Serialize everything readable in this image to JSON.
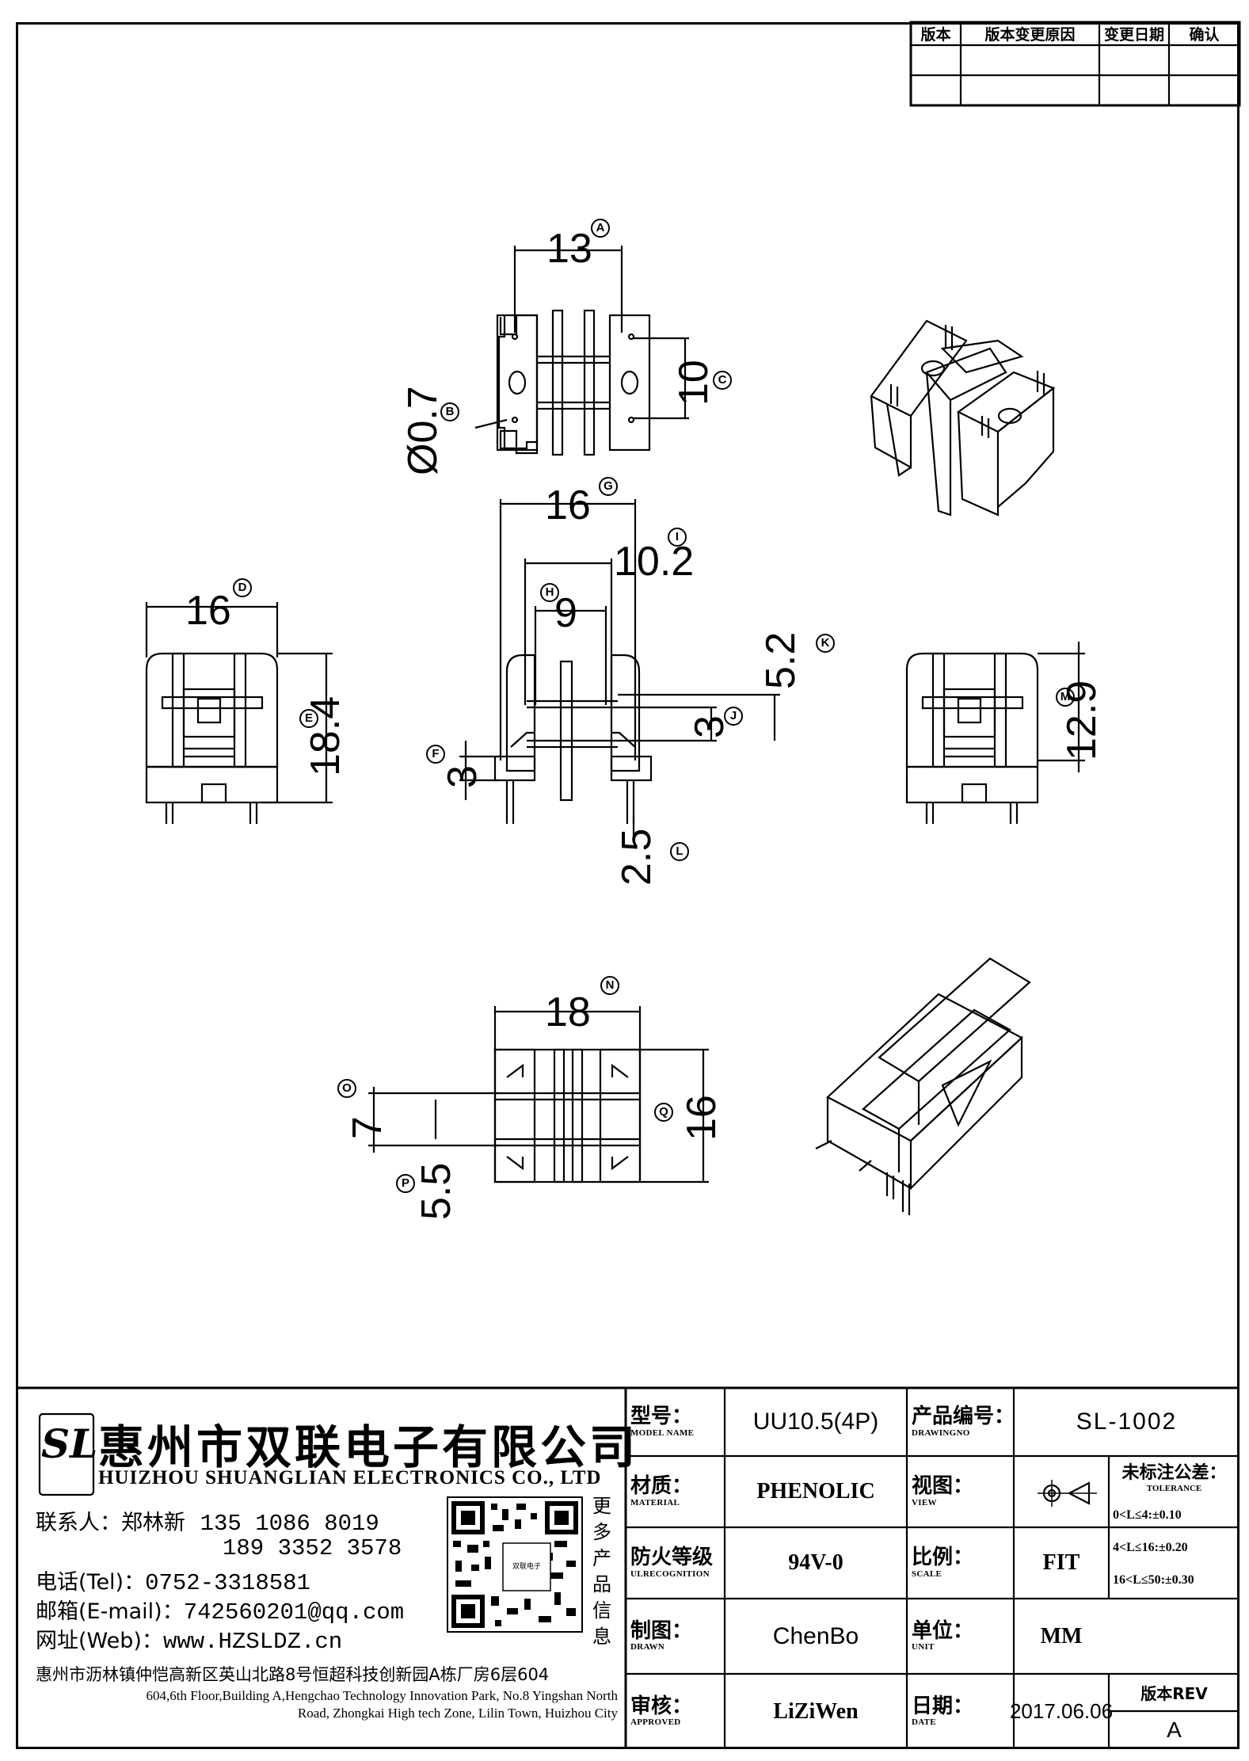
{
  "revision_table": {
    "headers": [
      "版本",
      "版本变更原因",
      "变更日期",
      "确认"
    ]
  },
  "dimensions": {
    "top_width": "13",
    "top_width_marker": "A",
    "hole_dia": "Ø0.7",
    "hole_dia_marker": "B",
    "top_height": "10",
    "top_height_marker": "C",
    "front_width": "16",
    "front_width_marker": "G",
    "inner_width": "10.2",
    "inner_width_marker": "I",
    "core_width": "9",
    "core_width_marker": "H",
    "flange_height": "5.2",
    "flange_height_marker": "K",
    "core_height": "3",
    "core_height_marker": "J",
    "base_height": "3",
    "base_height_marker": "F",
    "pin_length": "2.5",
    "pin_length_marker": "L",
    "left_width": "16",
    "left_width_marker": "D",
    "left_height": "18.4",
    "left_height_marker": "E",
    "right_height": "12.9",
    "right_height_marker": "M",
    "bottom_width": "18",
    "bottom_width_marker": "N",
    "bottom_slot": "7",
    "bottom_slot_marker": "O",
    "bottom_inner": "5.5",
    "bottom_inner_marker": "P",
    "bottom_height": "16",
    "bottom_height_marker": "Q"
  },
  "company": {
    "logo_letters": "SL",
    "name_cn": "惠州市双联电子有限公司",
    "name_en": "HUIZHOU SHUANGLIAN ELECTRONICS CO., LTD",
    "contact_label": "联系人：郑林新",
    "phone1": "135 1086 8019",
    "phone2": "189 3352 3578",
    "tel_label": "电话(Tel)：",
    "tel": "0752-3318581",
    "email_label": "邮箱(E-mail)：",
    "email": "742560201@qq.com",
    "web_label": "网址(Web)：",
    "web": "www.HZSLDZ.cn",
    "qr_caption": [
      "更",
      "多",
      "产",
      "品",
      "信",
      "息"
    ],
    "qr_center_text": "双联电子",
    "address_cn": "惠州市沥林镇仲恺高新区英山北路8号恒超科技创新园A栋厂房6层604",
    "address_en_1": "604,6th Floor,Building A,Hengchao Technology Innovation Park, No.8 Yingshan North",
    "address_en_2": "Road, Zhongkai High tech Zone, Lilin Town, Huizhou City"
  },
  "title_block": {
    "model_label_cn": "型号：",
    "model_label_en": "MODEL NAME",
    "model_value": "UU10.5(4P)",
    "drawing_label_cn": "产品编号：",
    "drawing_label_en": "DRAWINGNO",
    "drawing_value": "SL-1002",
    "material_label_cn": "材质：",
    "material_label_en": "MATERIAL",
    "material_value": "PHENOLIC",
    "view_label_cn": "视图：",
    "view_label_en": "VIEW",
    "tolerance_label_cn": "未标注公差：",
    "tolerance_label_en": "TOLERANCE",
    "tolerance_rows": [
      "0<L≤4:±0.10",
      "4<L≤16:±0.20",
      "16<L≤50:±0.30"
    ],
    "fire_label_cn": "防火等级",
    "fire_label_en": "ULRECOGNITION",
    "fire_value": "94V-0",
    "scale_label_cn": "比例：",
    "scale_label_en": "SCALE",
    "scale_value": "FIT",
    "drawn_label_cn": "制图：",
    "drawn_label_en": "DRAWN",
    "drawn_value": "ChenBo",
    "unit_label_cn": "单位：",
    "unit_label_en": "UNIT",
    "unit_value": "MM",
    "approved_label_cn": "审核：",
    "approved_label_en": "APPROVED",
    "approved_value": "LiZiWen",
    "date_label_cn": "日期：",
    "date_label_en": "DATE",
    "date_value": "2017.06.06",
    "rev_label": "版本REV",
    "rev_value": "A"
  }
}
